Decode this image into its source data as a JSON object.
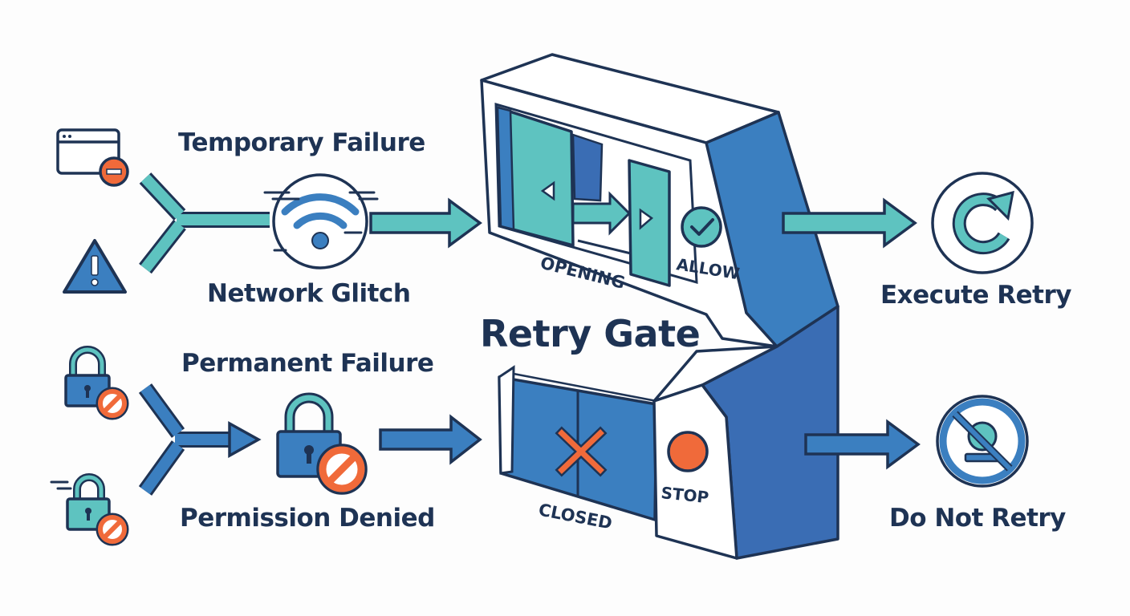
{
  "title": "Retry Gate",
  "inputs": {
    "temporary_label": "Temporary Failure",
    "network_label": "Network Glitch",
    "permanent_label": "Permanent Failure",
    "permission_label": "Permission Denied"
  },
  "gate": {
    "opening_label": "OPENING",
    "allow_label": "ALLOW",
    "closed_label": "CLOSED",
    "stop_label": "STOP"
  },
  "outputs": {
    "execute_label": "Execute Retry",
    "no_retry_label": "Do Not Retry"
  },
  "colors": {
    "navy": "#1e3354",
    "teal": "#5ec3c0",
    "blue": "#3b7fc0",
    "dark_blue": "#3a6db4",
    "orange": "#f06a3a",
    "background": "#fdfdfd"
  },
  "icons": [
    "browser-window-icon",
    "minus-badge-icon",
    "warning-triangle-icon",
    "wifi-signal-icon",
    "padlock-icon",
    "prohibited-icon",
    "retry-arrow-icon",
    "do-not-retry-icon",
    "checkmark-icon",
    "x-mark-icon"
  ]
}
